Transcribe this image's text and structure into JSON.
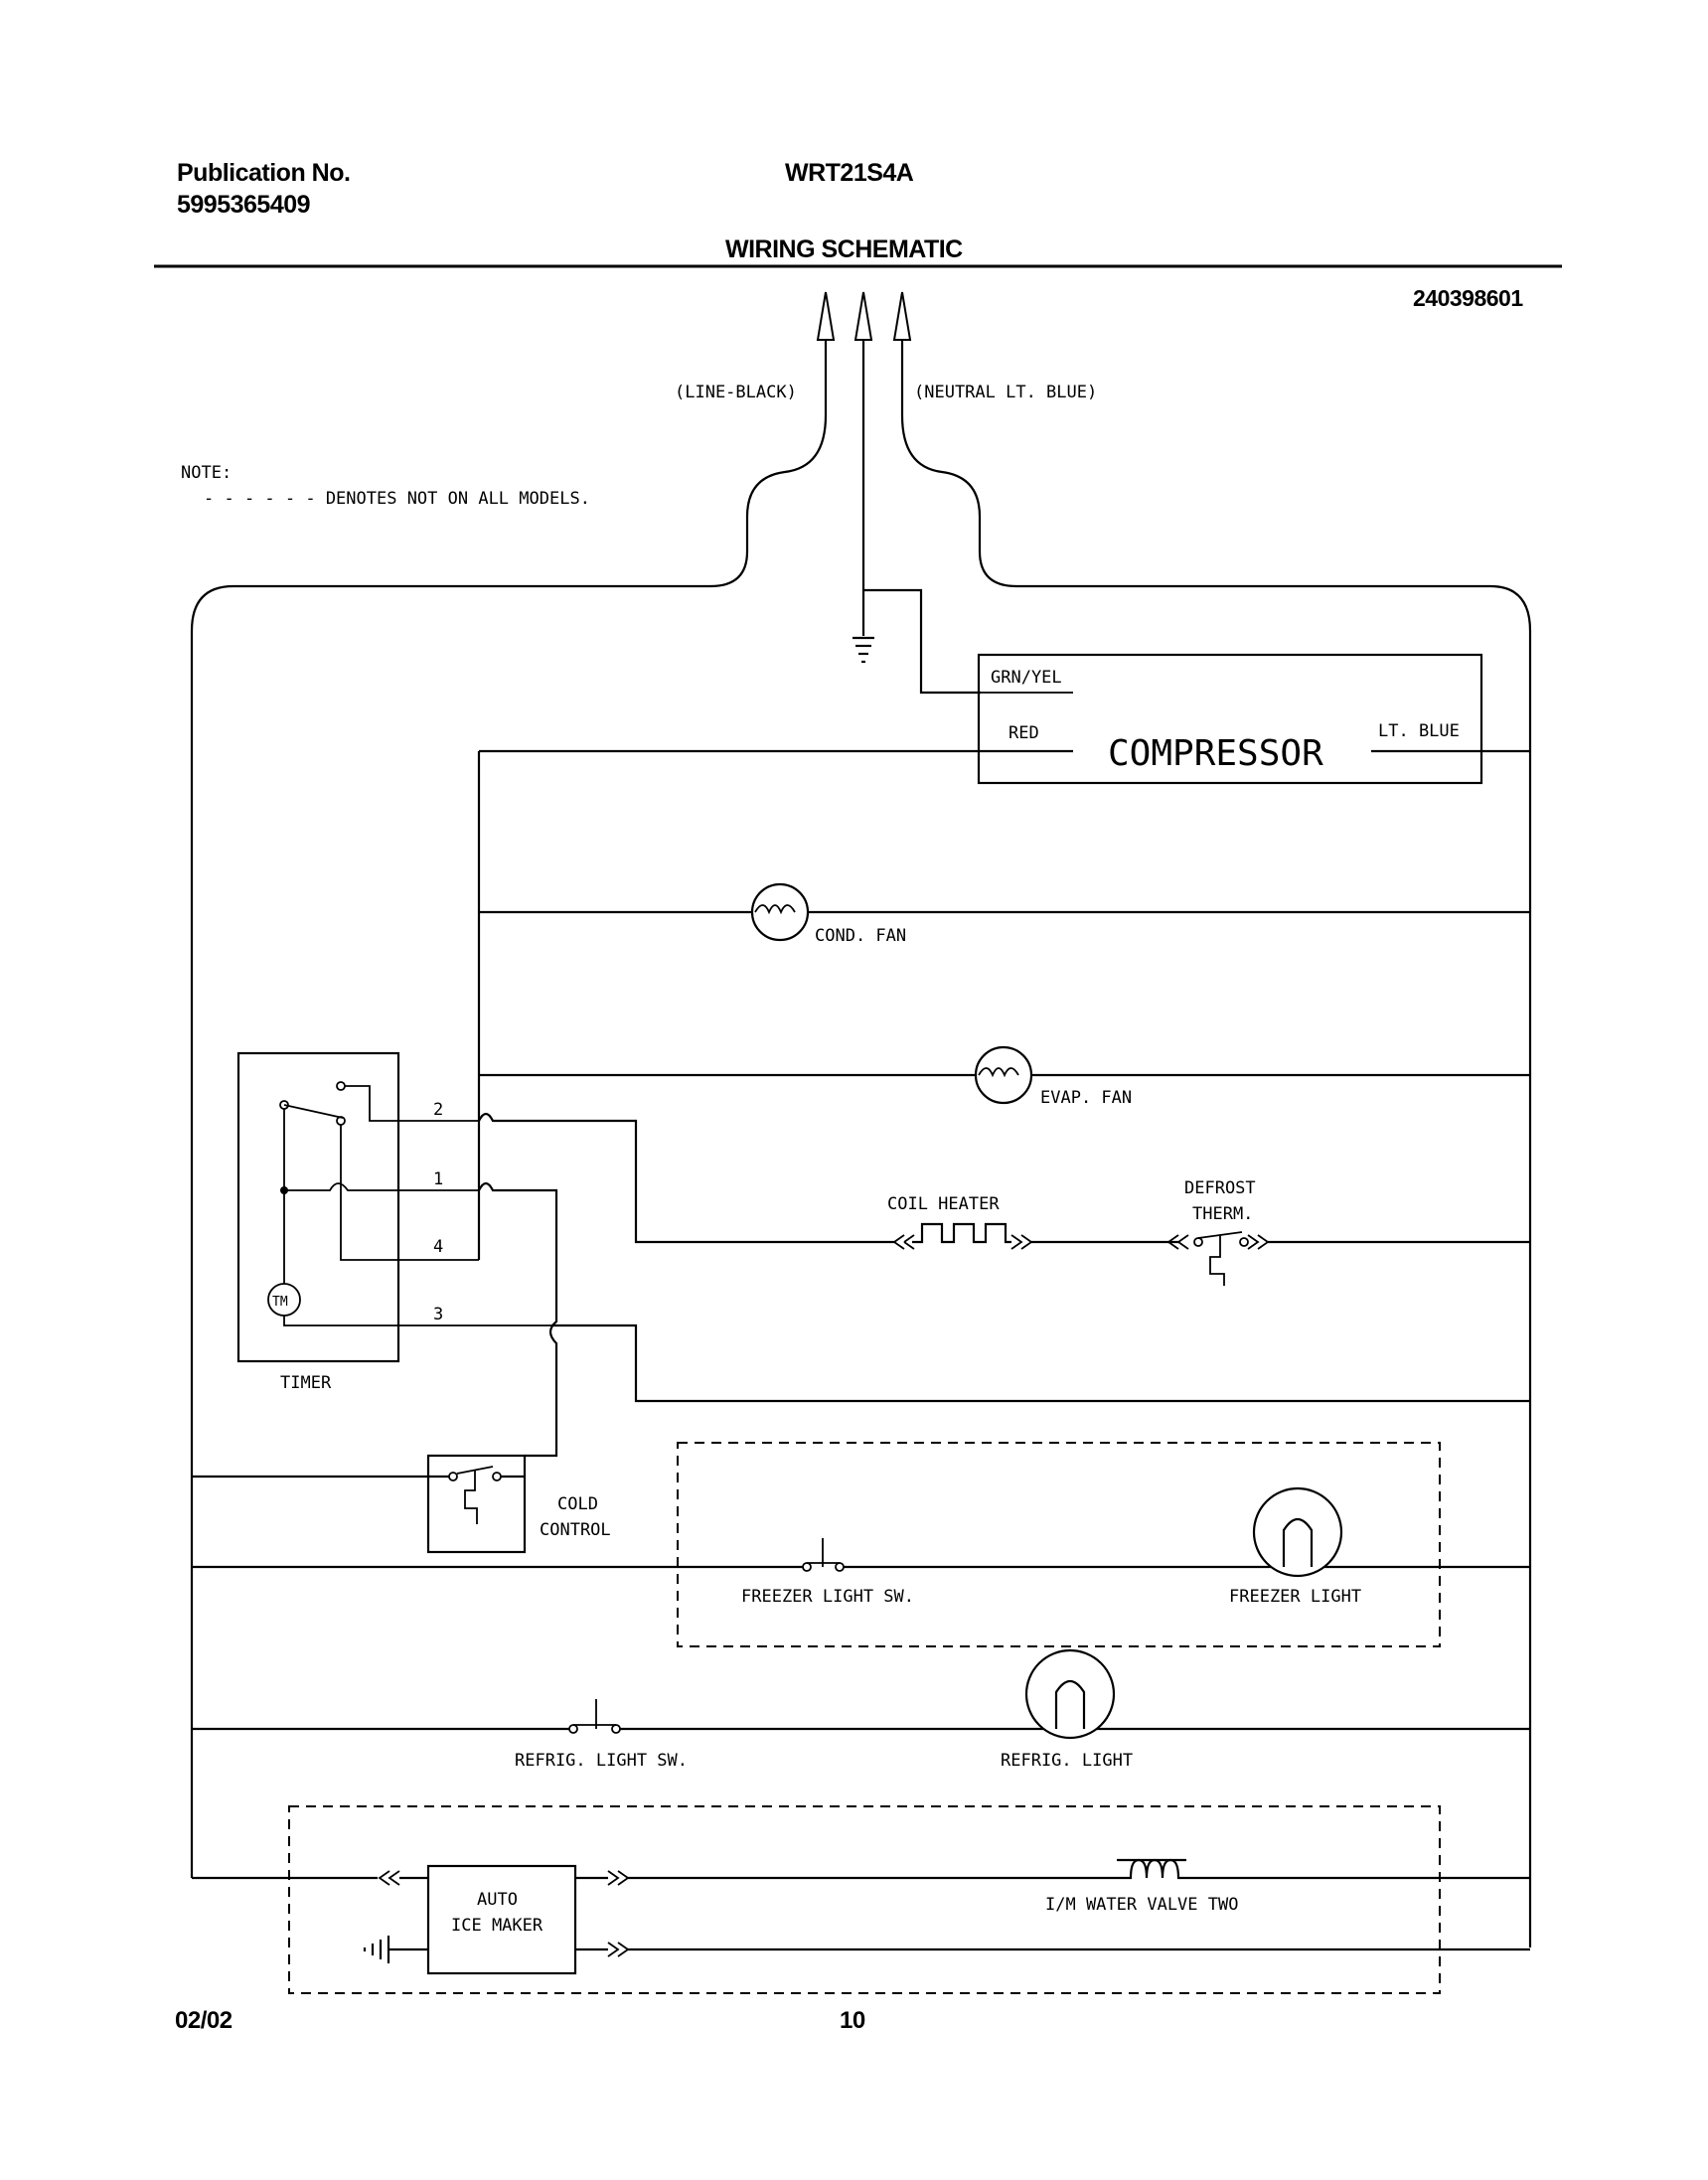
{
  "header": {
    "publication_label": "Publication No.",
    "publication_number": "5995365409",
    "model": "WRT21S4A",
    "title": "WIRING SCHEMATIC",
    "drawing_number": "240398601"
  },
  "footer": {
    "date": "02/02",
    "page_number": "10"
  },
  "note": {
    "label": "NOTE:",
    "text": "- - - - - - DENOTES NOT ON ALL MODELS."
  },
  "labels": {
    "line_black": "(LINE-BLACK)",
    "neutral": "(NEUTRAL LT. BLUE)",
    "grn_yel": "GRN/YEL",
    "red": "RED",
    "compressor": "COMPRESSOR",
    "lt_blue": "LT. BLUE",
    "cond_fan": "COND. FAN",
    "evap_fan": "EVAP. FAN",
    "coil_heater": "COIL HEATER",
    "defrost_1": "DEFROST",
    "defrost_2": "THERM.",
    "timer": "TIMER",
    "tm": "TM",
    "t1": "1",
    "t2": "2",
    "t3": "3",
    "t4": "4",
    "cold_1": "COLD",
    "cold_2": "CONTROL",
    "freezer_light_sw": "FREEZER LIGHT SW.",
    "freezer_light": "FREEZER LIGHT",
    "refrig_light_sw": "REFRIG. LIGHT SW.",
    "refrig_light": "REFRIG. LIGHT",
    "auto": "AUTO",
    "ice_maker": "ICE MAKER",
    "water_valve": "I/M WATER VALVE TWO"
  }
}
